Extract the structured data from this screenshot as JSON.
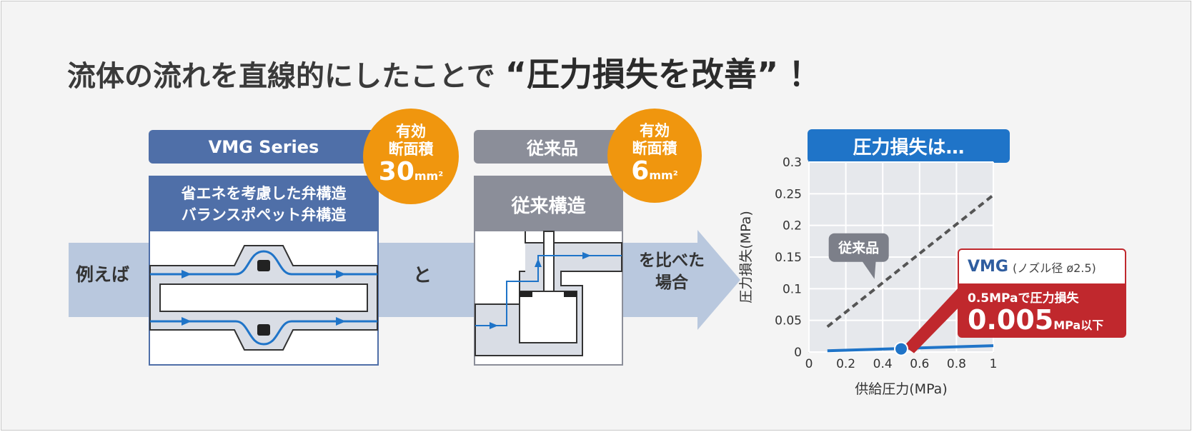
{
  "headline": {
    "prefix": "流体の流れを直線的にしたことで",
    "emphasis": "“圧力損失を改善”",
    "suffix": "！"
  },
  "flow": {
    "lead": "例えば",
    "and": "と",
    "compare_line1": "を比べた",
    "compare_line2": "場合"
  },
  "vmg": {
    "tag": "VMG Series",
    "title_line1": "省エネを考慮した弁構造",
    "title_line2": "バランスポペット弁構造",
    "badge_line1": "有効",
    "badge_line2": "断面積",
    "badge_value": "30",
    "badge_unit": "mm²"
  },
  "conventional": {
    "tag": "従来品",
    "title": "従来構造",
    "badge_line1": "有効",
    "badge_line2": "断面積",
    "badge_value": "6",
    "badge_unit": "mm²"
  },
  "loss_tag": "圧力損失は…",
  "callout": {
    "vmg": "VMG",
    "note": "(ノズル径 ø2.5)",
    "line1": "0.5MPaで圧力損失",
    "value": "0.005",
    "unit": "MPa以下"
  },
  "colors": {
    "vmg_blue": "#4f6fa8",
    "conv_gray": "#8b8e99",
    "accent_orange": "#f0960e",
    "loss_blue": "#1f74c8",
    "callout_red": "#c0282d",
    "band": "#b9c8de"
  },
  "chart_data": {
    "type": "line",
    "xlabel": "供給圧力(MPa)",
    "ylabel": "圧力損失(MPa)",
    "xlim": [
      0,
      1
    ],
    "ylim": [
      0,
      0.3
    ],
    "x_ticks": [
      "0",
      "0.2",
      "0.4",
      "0.6",
      "0.8",
      "1"
    ],
    "y_ticks": [
      "0",
      "0.05",
      "0.1",
      "0.15",
      "0.2",
      "0.25",
      "0.3"
    ],
    "grid": true,
    "series": [
      {
        "name": "従来品",
        "style": "dashed",
        "color": "#555555",
        "x": [
          0.1,
          1.0
        ],
        "y": [
          0.04,
          0.248
        ]
      },
      {
        "name": "VMG",
        "style": "solid",
        "color": "#1f74c8",
        "x": [
          0.1,
          1.0
        ],
        "y": [
          0.002,
          0.01
        ]
      }
    ],
    "highlight_point": {
      "x": 0.5,
      "y": 0.005
    },
    "annotation_label": "従来品"
  }
}
